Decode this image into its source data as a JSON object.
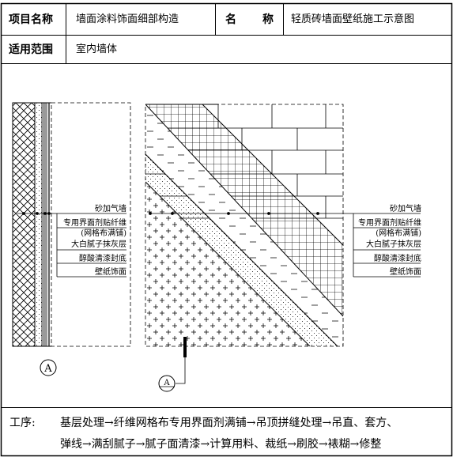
{
  "header": {
    "project_label": "项目名称",
    "project_value": "墙面涂料饰面细部构造",
    "name_label_1": "名",
    "name_label_2": "称",
    "name_value": "轻质砖墙面壁纸施工示意图",
    "scope_label": "适用范围",
    "scope_value": "室内墙体"
  },
  "drawing": {
    "left_labels": [
      "砂加气墙",
      "专用界面剂贴纤维",
      "(网格布满铺)",
      "大白腻子抹灰层",
      "醇酸清漆封底",
      "壁纸饰面"
    ],
    "right_labels": [
      "砂加气墙",
      "专用界面剂贴纤维",
      "(网格布满铺)",
      "大白腻子抹灰层",
      "醇酸清漆封底",
      "壁纸饰面"
    ],
    "section_mark": "A",
    "callout_mark": "A"
  },
  "footer": {
    "process_label": "工序:",
    "process_line1": "基层处理→纤维网格布专用界面剂满铺→吊顶拼缝处理→吊直、套方、",
    "process_line2": "弹线→满刮腻子→腻子面清漆→计算用料、裁纸→刷胶→裱糊→修整"
  },
  "colors": {
    "line": "#000000",
    "background": "#ffffff"
  }
}
